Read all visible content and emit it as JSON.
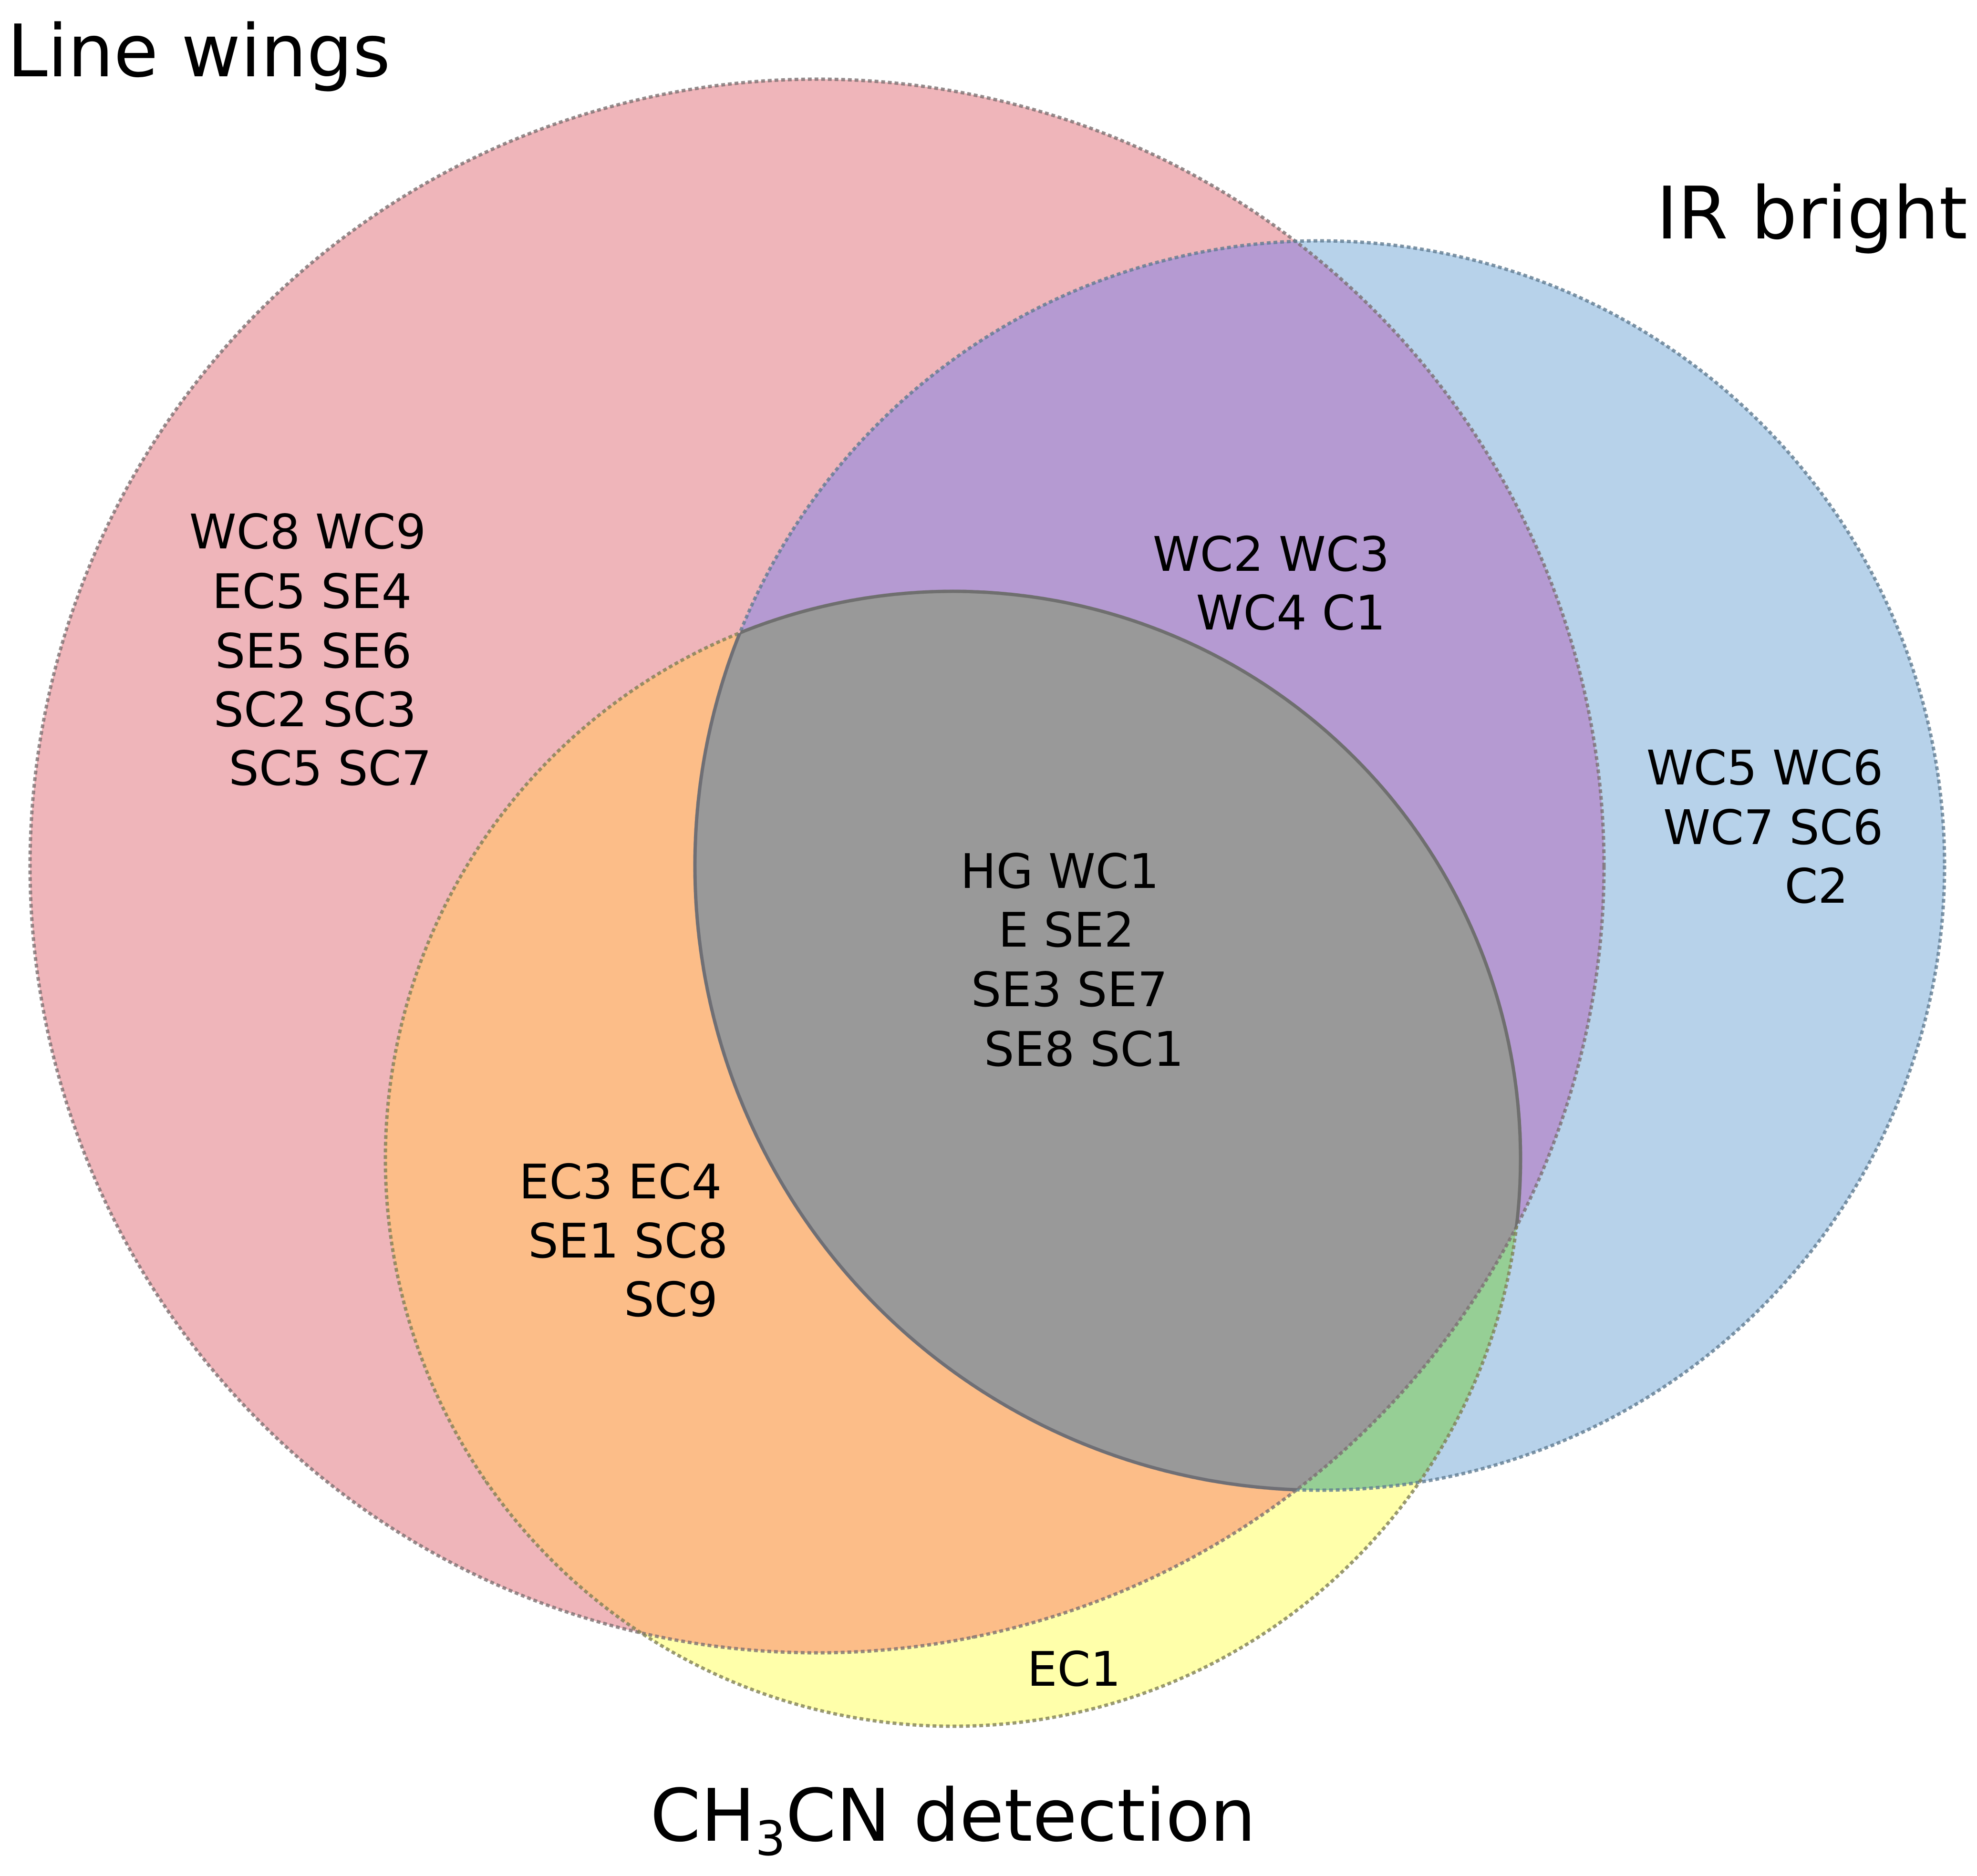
{
  "sets": {
    "line_wings": {
      "label": "Line wings",
      "color": "#e06c75"
    },
    "ir_bright": {
      "label": "IR bright",
      "color": "#6fa6d6"
    },
    "ch3cn": {
      "label_main": "CH",
      "label_sub": "3",
      "label_tail": "CN detection",
      "color": "#ffff55"
    }
  },
  "regions": {
    "line_wings_only": [
      "WC8 WC9",
      "EC5 SE4",
      "SE5 SE6",
      "SC2 SC3",
      "SC5 SC7"
    ],
    "line_wings_ir": [
      "WC2 WC3",
      "WC4 C1"
    ],
    "ir_only": [
      "WC5 WC6",
      "WC7 SC6",
      "C2"
    ],
    "all_three": [
      "HG WC1",
      "E SE2",
      "SE3 SE7",
      "SE8 SC1"
    ],
    "line_wings_ch3cn": [
      "EC3 EC4",
      "SE1 SC8",
      "SC9"
    ],
    "ch3cn_only": [
      "EC1"
    ]
  },
  "colors": {
    "line_wings_ir": "#b59ad2",
    "line_wings_ch3cn": "#fcbd88",
    "ir_ch3cn": "#96cf95",
    "all_three": "#999999"
  }
}
